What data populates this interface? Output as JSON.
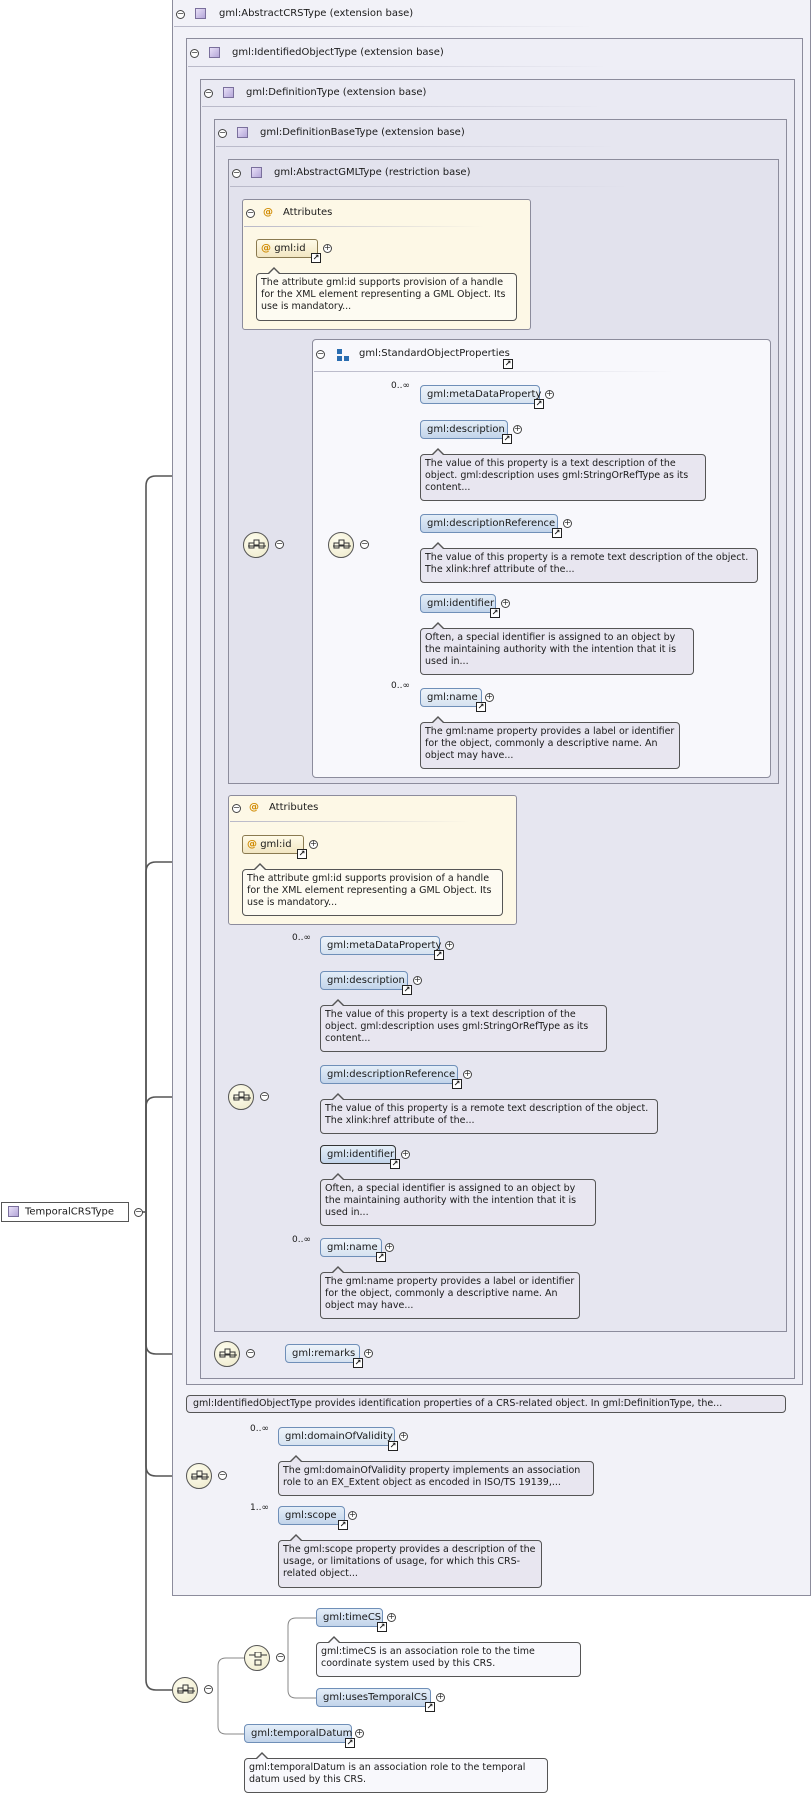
{
  "root": {
    "label": "TemporalCRSType"
  },
  "frames": {
    "abstract_crs": "gml:AbstractCRSType (extension base)",
    "identified_object": "gml:IdentifiedObjectType (extension base)",
    "definition": "gml:DefinitionType (extension base)",
    "definition_base": "gml:DefinitionBaseType (extension base)",
    "abstract_gml": "gml:AbstractGMLType (restriction base)"
  },
  "attributes_label": "Attributes",
  "gml_id": {
    "label": "gml:id",
    "doc": "The attribute gml:id supports provision of a handle for the XML element representing a GML Object. Its use is mandatory..."
  },
  "standard_object_properties": {
    "label": "gml:StandardObjectProperties"
  },
  "elements": {
    "metaDataProperty": {
      "label": "gml:metaDataProperty",
      "mult": "0..∞"
    },
    "description": {
      "label": "gml:description",
      "doc": "The value of this property is a text description of the object. gml:description uses gml:StringOrRefType as its content..."
    },
    "descriptionReference": {
      "label": "gml:descriptionReference",
      "doc": "The value of this property is a remote text description of the object. The xlink:href attribute of the..."
    },
    "identifier": {
      "label": "gml:identifier",
      "doc": "Often, a special identifier is assigned to an object by the maintaining authority with the intention that it is used in..."
    },
    "name": {
      "label": "gml:name",
      "mult": "0..∞",
      "doc": "The gml:name property provides a label or identifier for the object, commonly a descriptive name. An object may have..."
    },
    "remarks": {
      "label": "gml:remarks"
    },
    "domainOfValidity": {
      "label": "gml:domainOfValidity",
      "mult": "0..∞",
      "doc": "The gml:domainOfValidity property implements an association role to an EX_Extent object as encoded in ISO/TS 19139,..."
    },
    "scope": {
      "label": "gml:scope",
      "mult": "1..∞",
      "doc": "The gml:scope property provides a description of the usage, or limitations of usage, for which this CRS-related object..."
    },
    "timeCS": {
      "label": "gml:timeCS",
      "doc": "gml:timeCS is an association role to the time coordinate system used by this CRS."
    },
    "usesTemporalCS": {
      "label": "gml:usesTemporalCS"
    },
    "temporalDatum": {
      "label": "gml:temporalDatum",
      "doc": "gml:temporalDatum is an association role to the temporal datum used by this CRS."
    }
  },
  "identified_object_note": "gml:IdentifiedObjectType provides identification properties of a CRS-related object. In gml:DefinitionType, the...",
  "colors": {
    "element_fill": "#c2d4ea",
    "frame_border": "#8c8c9c",
    "attribute_fill": "#fdf8e6",
    "doc_fill": "#e8e6f0"
  }
}
